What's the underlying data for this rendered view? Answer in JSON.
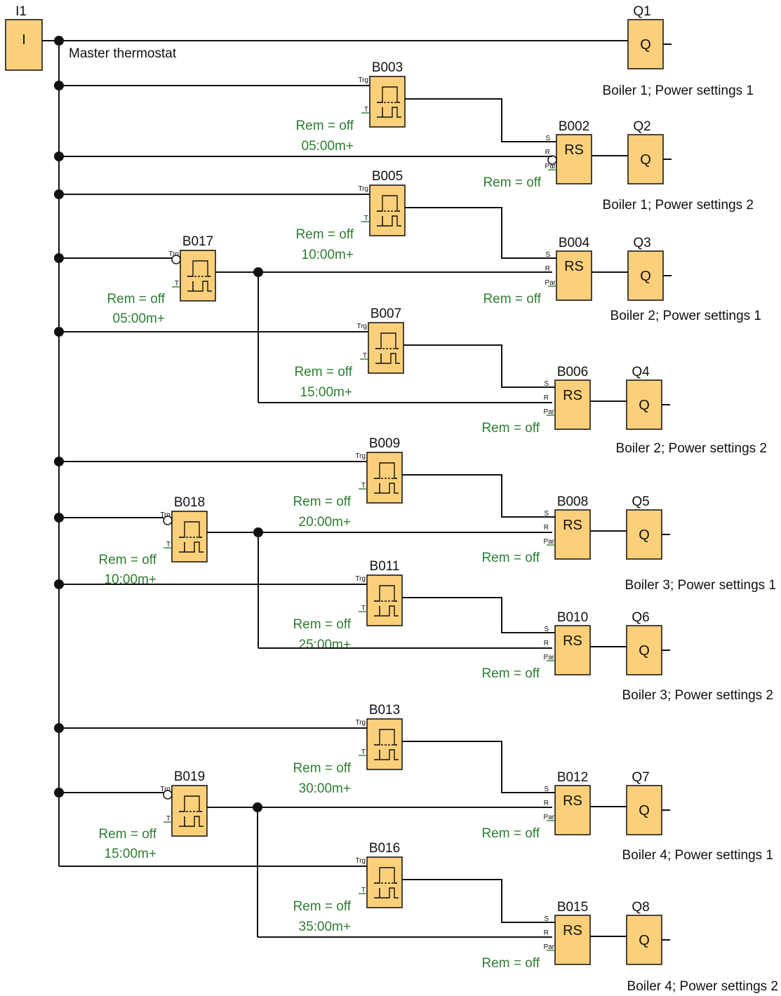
{
  "input": {
    "id": "I1",
    "symbol": "I",
    "caption": "Master thermostat"
  },
  "pins": {
    "trg": "Trg",
    "t": "T",
    "s": "S",
    "r": "R",
    "par": "Par"
  },
  "output_symbol": "Q",
  "rs_symbol": "RS",
  "q1": {
    "id": "Q1",
    "caption": "Boiler 1; Power settings 1"
  },
  "stages": [
    {
      "timer": "B003",
      "rem": "Rem = off",
      "time": "05:00m+",
      "rs": "B002",
      "rs_rem": "Rem = off",
      "out": "Q2",
      "caption": "Boiler 1; Power settings 2"
    },
    {
      "timer": "B005",
      "rem": "Rem = off",
      "time": "10:00m+",
      "rs": "B004",
      "rs_rem": "Rem = off",
      "out": "Q3",
      "caption": "Boiler 2; Power settings 1"
    },
    {
      "timer": "B007",
      "rem": "Rem = off",
      "time": "15:00m+",
      "rs": "B006",
      "rs_rem": "Rem = off",
      "out": "Q4",
      "caption": "Boiler 2; Power settings 2"
    },
    {
      "timer": "B009",
      "rem": "Rem = off",
      "time": "20:00m+",
      "rs": "B008",
      "rs_rem": "Rem = off",
      "out": "Q5",
      "caption": "Boiler 3; Power settings 1"
    },
    {
      "timer": "B011",
      "rem": "Rem = off",
      "time": "25:00m+",
      "rs": "B010",
      "rs_rem": "Rem = off",
      "out": "Q6",
      "caption": "Boiler 3; Power settings 2"
    },
    {
      "timer": "B013",
      "rem": "Rem = off",
      "time": "30:00m+",
      "rs": "B012",
      "rs_rem": "Rem = off",
      "out": "Q7",
      "caption": "Boiler 4; Power settings 1"
    },
    {
      "timer": "B016",
      "rem": "Rem = off",
      "time": "35:00m+",
      "rs": "B015",
      "rs_rem": "Rem = off",
      "out": "Q8",
      "caption": "Boiler 4; Power settings 2"
    }
  ],
  "reset_timers": [
    {
      "timer": "B017",
      "rem": "Rem = off",
      "time": "05:00m+"
    },
    {
      "timer": "B018",
      "rem": "Rem = off",
      "time": "10:00m+"
    },
    {
      "timer": "B019",
      "rem": "Rem = off",
      "time": "15:00m+"
    }
  ],
  "colors": {
    "block_fill": "#fcd07a",
    "parameter_text": "#2e7d32",
    "wire": "#111111"
  }
}
